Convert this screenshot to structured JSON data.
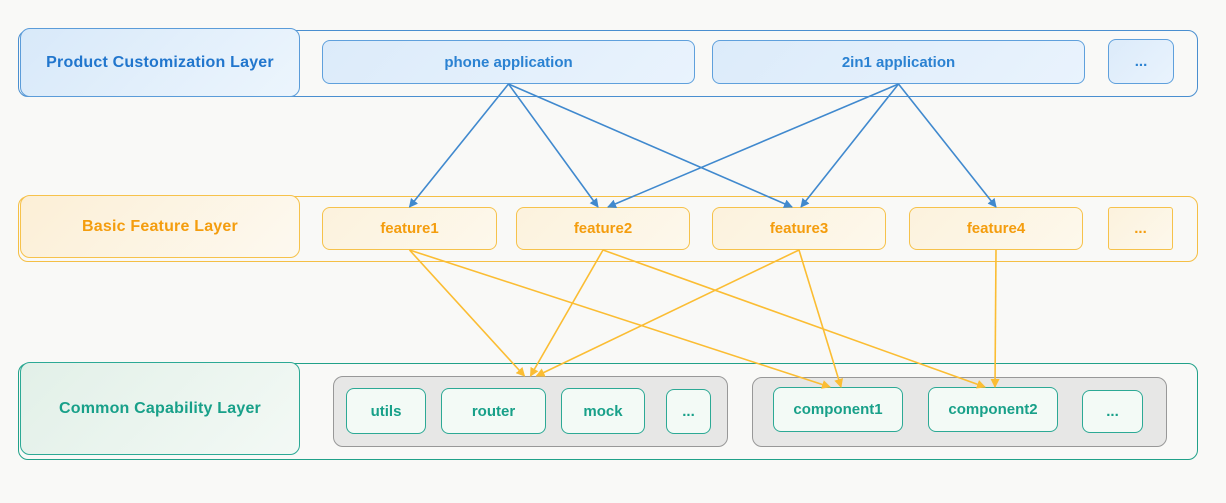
{
  "colors": {
    "blue_line": "#4089ce",
    "yellow_line": "#fbbd33"
  },
  "layers": [
    {
      "label": "Product Customization Layer"
    },
    {
      "label": "Basic Feature Layer"
    },
    {
      "label": "Common Capability Layer"
    }
  ],
  "nodes": {
    "phone_app": {
      "label": "phone application"
    },
    "app_2in1": {
      "label": "2in1 application"
    },
    "product_more": {
      "label": "..."
    },
    "feature1": {
      "label": "feature1"
    },
    "feature2": {
      "label": "feature2"
    },
    "feature3": {
      "label": "feature3"
    },
    "feature4": {
      "label": "feature4"
    },
    "feature_more": {
      "label": "..."
    },
    "utils": {
      "label": "utils"
    },
    "router": {
      "label": "router"
    },
    "mock": {
      "label": "mock"
    },
    "utils_more": {
      "label": "..."
    },
    "component1": {
      "label": "component1"
    },
    "component2": {
      "label": "component2"
    },
    "components_more": {
      "label": "..."
    }
  },
  "edges": [
    {
      "from": "phone_app",
      "to": "feature1",
      "color": "blue"
    },
    {
      "from": "phone_app",
      "to": "feature2",
      "color": "blue",
      "tdx": -5
    },
    {
      "from": "phone_app",
      "to": "feature3",
      "color": "blue",
      "tdx": -7
    },
    {
      "from": "app_2in1",
      "to": "feature2",
      "color": "blue",
      "tdx": 5
    },
    {
      "from": "app_2in1",
      "to": "feature3",
      "color": "blue",
      "tdx": 2
    },
    {
      "from": "app_2in1",
      "to": "feature4",
      "color": "blue"
    },
    {
      "from": "feature1",
      "to": "utils_group",
      "color": "yellow",
      "tdx": -6
    },
    {
      "from": "feature2",
      "to": "utils_group",
      "color": "yellow"
    },
    {
      "from": "feature3",
      "to": "utils_group",
      "color": "yellow",
      "tdx": 6
    },
    {
      "from": "feature1",
      "to": "component1",
      "color": "yellow",
      "tdx": -8
    },
    {
      "from": "feature3",
      "to": "component1",
      "color": "yellow",
      "tdx": 3
    },
    {
      "from": "feature2",
      "to": "component2",
      "color": "yellow",
      "tdx": -8
    },
    {
      "from": "feature4",
      "to": "component2",
      "color": "yellow",
      "tdx": 2
    }
  ]
}
